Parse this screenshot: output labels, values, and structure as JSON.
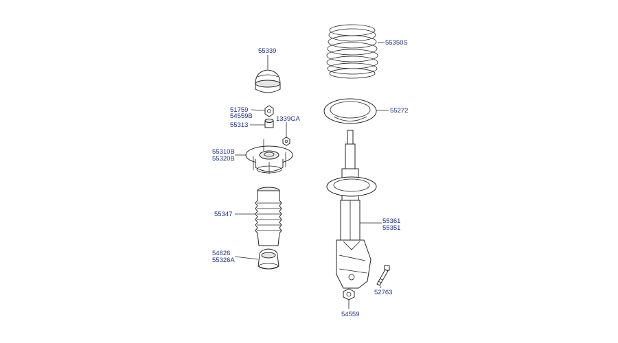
{
  "diagram": {
    "labels": {
      "bump_cap": "55339",
      "nut_upper_a": "51759",
      "nut_upper_b": "54559B",
      "bushing": "55313",
      "small_nut": "1339GA",
      "mount_a": "55310B",
      "mount_b": "55320B",
      "dust_boot": "55347",
      "bumper_a": "54626",
      "bumper_b": "55326A",
      "coil_spring": "55350S",
      "spring_pad": "55272",
      "strut_a": "55361",
      "strut_b": "55351",
      "bolt": "52763",
      "lower_nut": "54559"
    }
  }
}
